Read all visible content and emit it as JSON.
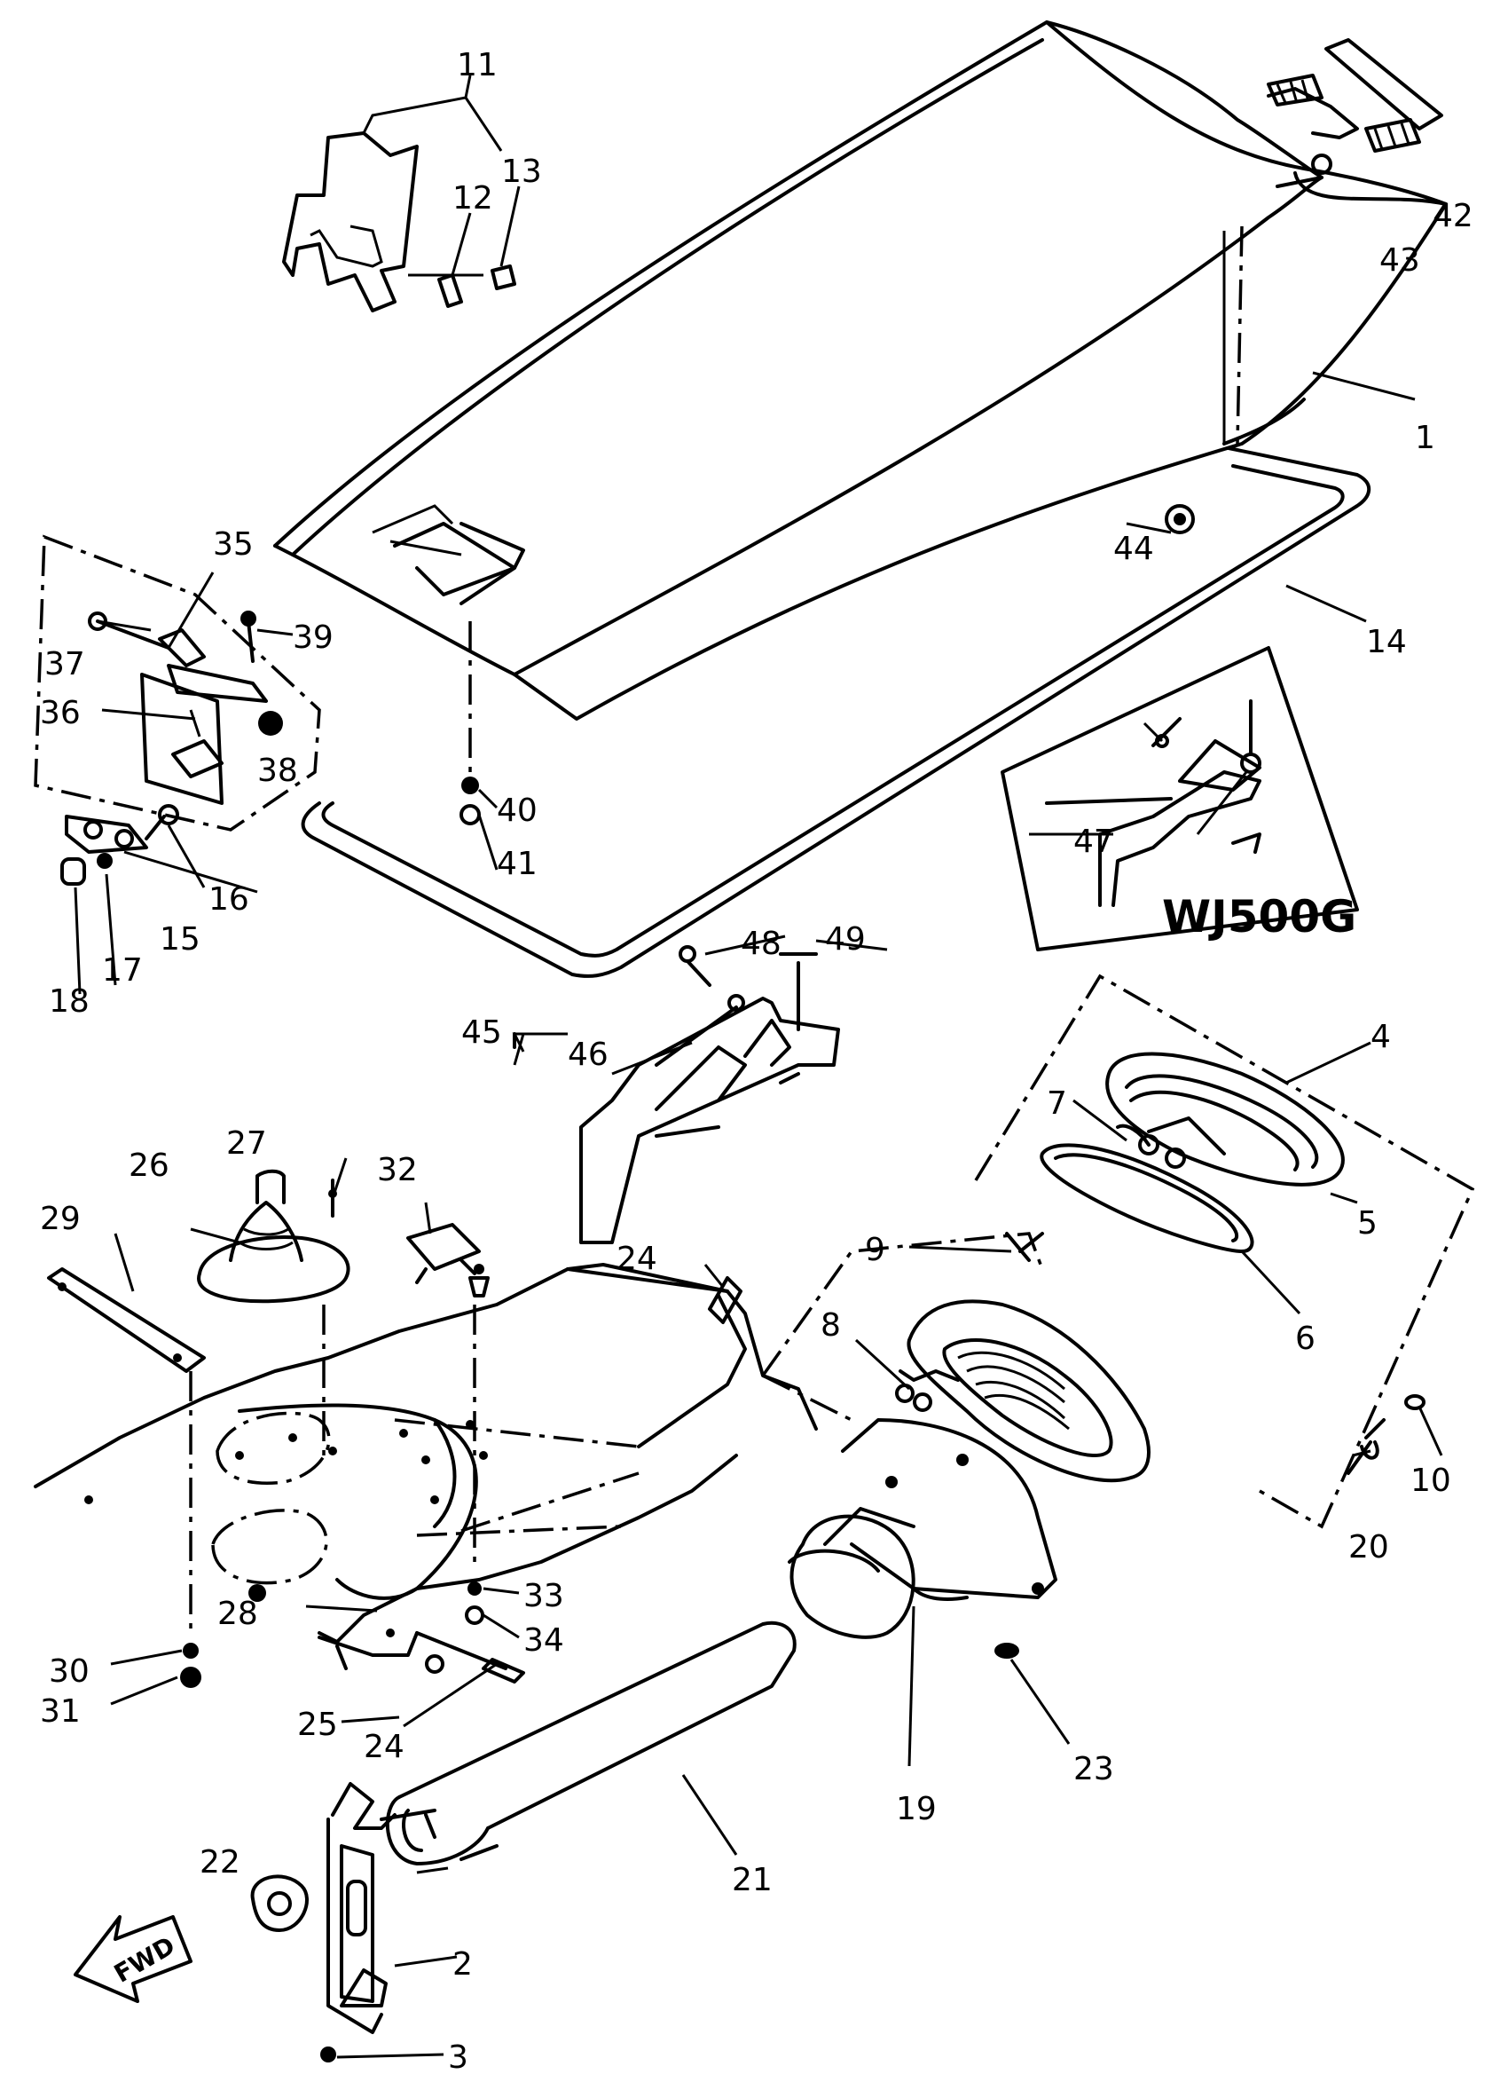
{
  "model_variant_label": "WJ500G",
  "forward_arrow_label": "FWD",
  "part_labels": {
    "p1": "1",
    "p2": "2",
    "p3": "3",
    "p4": "4",
    "p5": "5",
    "p6": "6",
    "p7": "7",
    "p8": "8",
    "p9": "9",
    "p10": "10",
    "p11": "11",
    "p12": "12",
    "p13": "13",
    "p14": "14",
    "p15": "15",
    "p16": "16",
    "p17": "17",
    "p18": "18",
    "p19": "19",
    "p20": "20",
    "p21": "21",
    "p22": "22",
    "p23": "23",
    "p24a": "24",
    "p24b": "24",
    "p25": "25",
    "p26": "26",
    "p27": "27",
    "p28": "28",
    "p29": "29",
    "p30": "30",
    "p31": "31",
    "p32": "32",
    "p33": "33",
    "p34": "34",
    "p35": "35",
    "p36": "36",
    "p37": "37",
    "p38": "38",
    "p39": "39",
    "p40": "40",
    "p41": "41",
    "p42": "42",
    "p43": "43",
    "p44": "44",
    "p45": "45",
    "p46": "46",
    "p47": "47",
    "p48": "48",
    "p49": "49"
  }
}
